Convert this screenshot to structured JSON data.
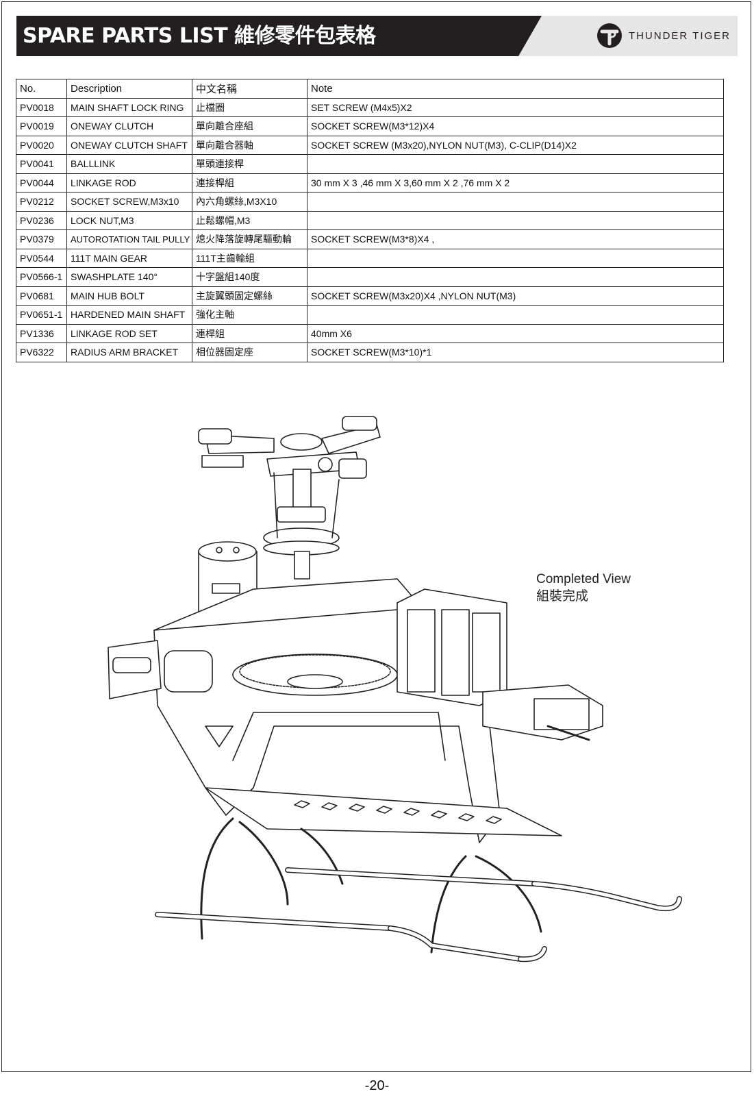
{
  "header": {
    "title": "SPARE PARTS LIST  維修零件包表格",
    "brand": "THUNDER TIGER"
  },
  "table": {
    "columns": [
      "No.",
      "Description",
      "中文名稱",
      "Note"
    ],
    "rows": [
      [
        "PV0018",
        "MAIN SHAFT LOCK RING",
        "止檔圈",
        "SET SCREW (M4x5)X2"
      ],
      [
        "PV0019",
        "ONEWAY CLUTCH",
        "單向離合座組",
        "SOCKET SCREW(M3*12)X4"
      ],
      [
        "PV0020",
        "ONEWAY CLUTCH SHAFT",
        "單向離合器軸",
        "SOCKET SCREW (M3x20),NYLON NUT(M3), C-CLIP(D14)X2"
      ],
      [
        "PV0041",
        "BALLLINK",
        "單頭連接桿",
        ""
      ],
      [
        "PV0044",
        "LINKAGE ROD",
        "連接桿組",
        "30 mm X 3 ,46 mm X 3,60 mm X 2 ,76 mm X 2"
      ],
      [
        "PV0212",
        "SOCKET SCREW,M3x10",
        "內六角螺絲,M3X10",
        ""
      ],
      [
        "PV0236",
        "LOCK NUT,M3",
        "止鬆螺帽,M3",
        ""
      ],
      [
        "PV0379",
        "AUTOROTATION TAIL PULLY",
        "熄火降落旋轉尾驅動輪",
        "SOCKET SCREW(M3*8)X4 ,"
      ],
      [
        "PV0544",
        "111T MAIN GEAR",
        "111T主齒輪組",
        ""
      ],
      [
        "PV0566-1",
        "SWASHPLATE 140°",
        "十字盤組140度",
        ""
      ],
      [
        "PV0681",
        "MAIN HUB BOLT",
        "主旋翼頭固定螺絲",
        "SOCKET SCREW(M3x20)X4 ,NYLON NUT(M3)"
      ],
      [
        "PV0651-1",
        "HARDENED MAIN SHAFT",
        "強化主軸",
        ""
      ],
      [
        "PV1336",
        "LINKAGE ROD SET",
        "連桿組",
        "40mm X6"
      ],
      [
        "PV6322",
        "RADIUS ARM BRACKET",
        "相位器固定座",
        "SOCKET SCREW(M3*10)*1"
      ]
    ]
  },
  "figure": {
    "label_en": "Completed View",
    "label_zh": "組裝完成"
  },
  "footer": {
    "page_number": "-20-"
  }
}
